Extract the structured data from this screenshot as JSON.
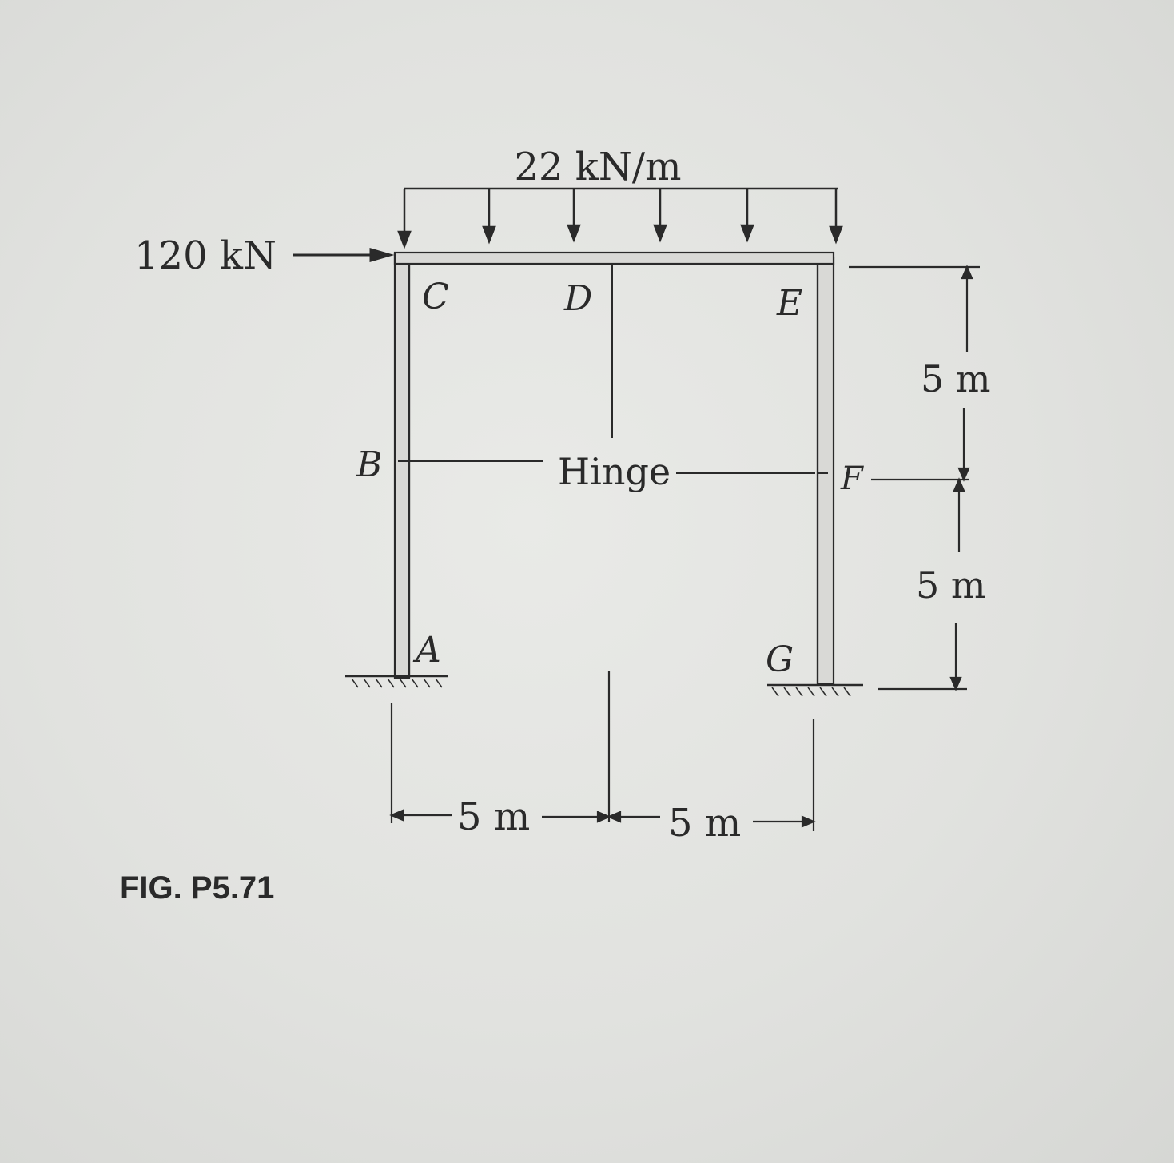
{
  "figure": {
    "caption": "FIG. P5.71",
    "loads": {
      "distributed": "22 kN/m",
      "horizontal": "120 kN"
    },
    "points": {
      "A": "A",
      "B": "B",
      "C": "C",
      "D": "D",
      "E": "E",
      "F": "F",
      "G": "G"
    },
    "hinge_label": "Hinge",
    "dimensions": {
      "vertical_upper": "5 m",
      "vertical_lower": "5 m",
      "horizontal_left": "5 m",
      "horizontal_right": "5 m"
    },
    "colors": {
      "ink": "#2a2a2a",
      "member_fill": "#d9d9d6",
      "background": "#e4e5e2"
    }
  }
}
